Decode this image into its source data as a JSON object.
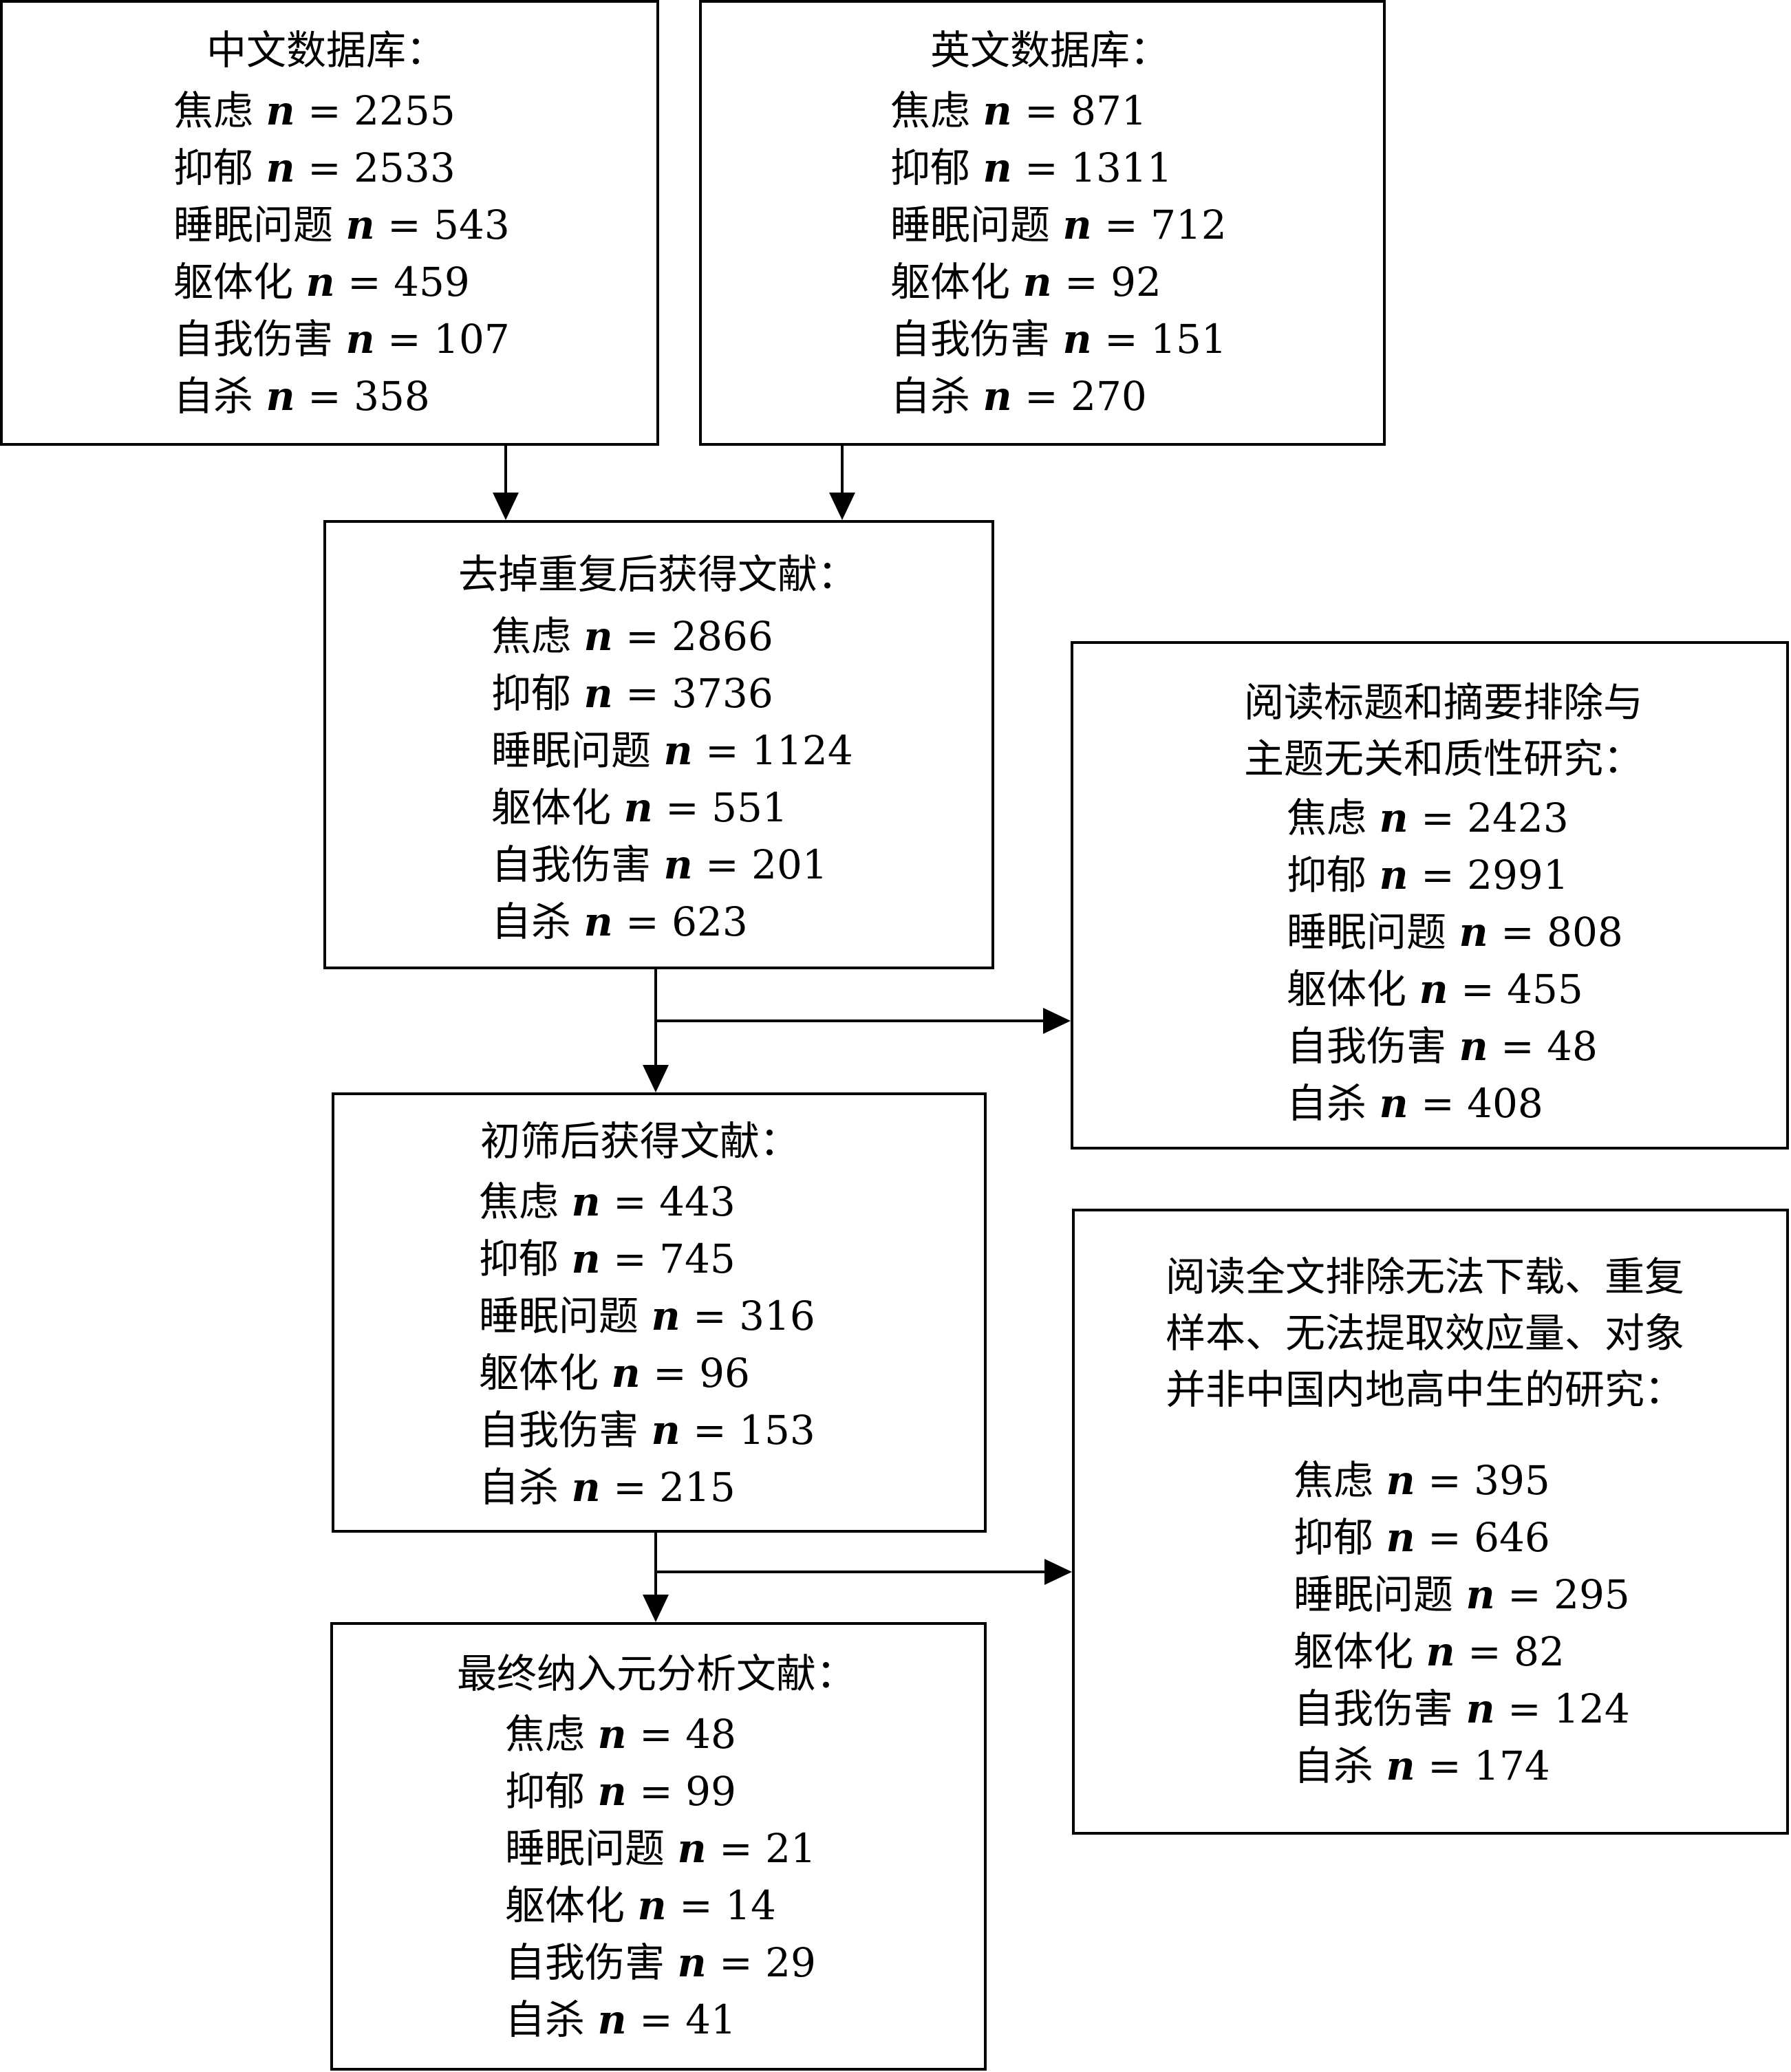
{
  "boxes": {
    "cn_db": {
      "title": "中文数据库：",
      "items": [
        {
          "label": "焦虑",
          "value": "2255"
        },
        {
          "label": "抑郁",
          "value": "2533"
        },
        {
          "label": "睡眠问题",
          "value": "543"
        },
        {
          "label": "躯体化",
          "value": "459"
        },
        {
          "label": "自我伤害",
          "value": "107"
        },
        {
          "label": "自杀",
          "value": "358"
        }
      ]
    },
    "en_db": {
      "title": "英文数据库：",
      "items": [
        {
          "label": "焦虑",
          "value": "871"
        },
        {
          "label": "抑郁",
          "value": "1311"
        },
        {
          "label": "睡眠问题",
          "value": "712"
        },
        {
          "label": "躯体化",
          "value": "92"
        },
        {
          "label": "自我伤害",
          "value": "151"
        },
        {
          "label": "自杀",
          "value": "270"
        }
      ]
    },
    "dedup": {
      "title": "去掉重复后获得文献：",
      "items": [
        {
          "label": "焦虑",
          "value": "2866"
        },
        {
          "label": "抑郁",
          "value": "3736"
        },
        {
          "label": "睡眠问题",
          "value": "1124"
        },
        {
          "label": "躯体化",
          "value": "551"
        },
        {
          "label": "自我伤害",
          "value": "201"
        },
        {
          "label": "自杀",
          "value": "623"
        }
      ]
    },
    "exclude1": {
      "title_lines": [
        "阅读标题和摘要排除与",
        "主题无关和质性研究："
      ],
      "items": [
        {
          "label": "焦虑",
          "value": "2423"
        },
        {
          "label": "抑郁",
          "value": "2991"
        },
        {
          "label": "睡眠问题",
          "value": "808"
        },
        {
          "label": "躯体化",
          "value": "455"
        },
        {
          "label": "自我伤害",
          "value": "48"
        },
        {
          "label": "自杀",
          "value": "408"
        }
      ]
    },
    "screened": {
      "title": "初筛后获得文献：",
      "items": [
        {
          "label": "焦虑",
          "value": "443"
        },
        {
          "label": "抑郁",
          "value": "745"
        },
        {
          "label": "睡眠问题",
          "value": "316"
        },
        {
          "label": "躯体化",
          "value": "96"
        },
        {
          "label": "自我伤害",
          "value": "153"
        },
        {
          "label": "自杀",
          "value": "215"
        }
      ]
    },
    "exclude2": {
      "title_lines": [
        "阅读全文排除无法下载、重复",
        "样本、无法提取效应量、对象",
        "并非中国内地高中生的研究："
      ],
      "items": [
        {
          "label": "焦虑",
          "value": "395"
        },
        {
          "label": "抑郁",
          "value": "646"
        },
        {
          "label": "睡眠问题",
          "value": "295"
        },
        {
          "label": "躯体化",
          "value": "82"
        },
        {
          "label": "自我伤害",
          "value": "124"
        },
        {
          "label": "自杀",
          "value": "174"
        }
      ]
    },
    "final": {
      "title": "最终纳入元分析文献：",
      "items": [
        {
          "label": "焦虑",
          "value": "48"
        },
        {
          "label": "抑郁",
          "value": "99"
        },
        {
          "label": "睡眠问题",
          "value": "21"
        },
        {
          "label": "躯体化",
          "value": "14"
        },
        {
          "label": "自我伤害",
          "value": "29"
        },
        {
          "label": "自杀",
          "value": "41"
        }
      ]
    }
  },
  "n_symbol": "n",
  "eq_symbol": "="
}
